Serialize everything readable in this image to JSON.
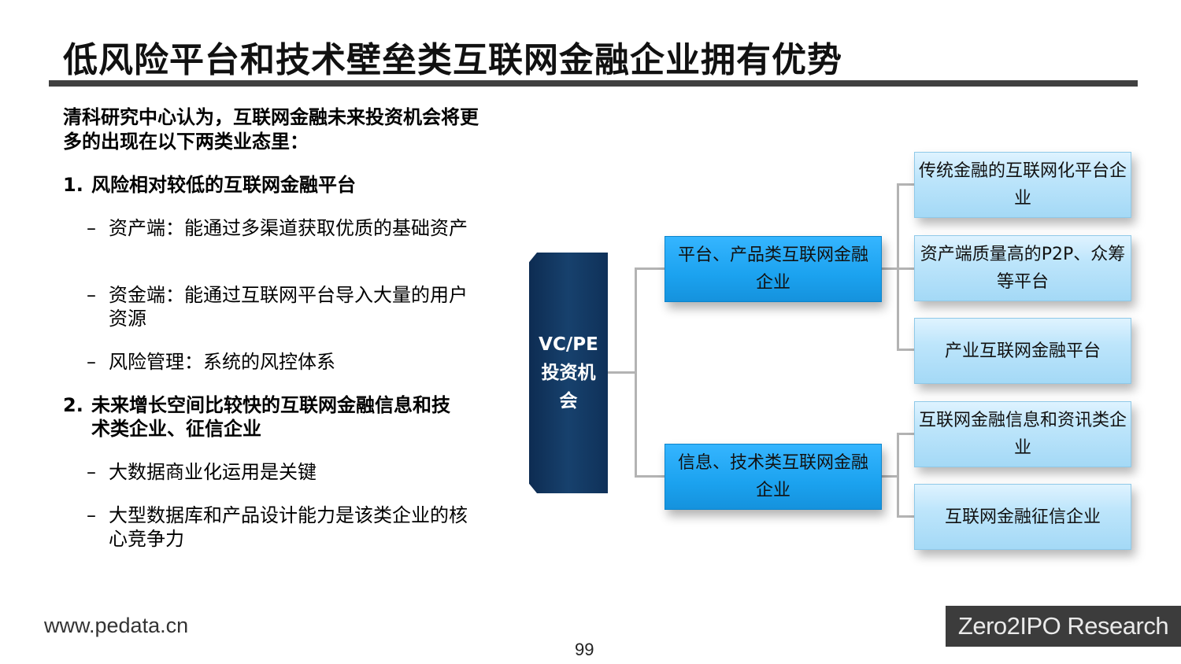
{
  "title": "低风险平台和技术壁垒类互联网金融企业拥有优势",
  "intro": "清科研究中心认为，互联网金融未来投资机会将更多的出现在以下两类业态里：",
  "sections": [
    {
      "number": "1.",
      "heading": "风险相对较低的互联网金融平台",
      "heading_cont": "",
      "items": [
        "资产端：能通过多渠道获取优质的基础资产",
        "资金端：能通过互联网平台导入大量的用户资源",
        "风险管理：系统的风控体系"
      ]
    },
    {
      "number": "2.",
      "heading": "未来增长空间比较快的互联网金融信息和技",
      "heading_cont": "术类企业、征信企业",
      "items": [
        "大数据商业化运用是关键",
        "大型数据库和产品设计能力是该类企业的核心竞争力"
      ]
    }
  ],
  "dash": "–",
  "diagram": {
    "root": "VC/PE投资机会",
    "branches": [
      {
        "label": "平台、产品类互联网金融企业",
        "children": [
          "传统金融的互联网化平台企业",
          "资产端质量高的P2P、众筹等平台",
          "产业互联网金融平台"
        ]
      },
      {
        "label": "信息、技术类互联网金融企业",
        "children": [
          "互联网金融信息和资讯类企业",
          "互联网金融征信企业"
        ]
      }
    ]
  },
  "footer": {
    "url": "www.pedata.cn",
    "page": "99",
    "brand": "Zero2IPO Research"
  },
  "colors": {
    "root_box": "#17416d",
    "mid_box": "#1ba2ef",
    "leaf_box": "#bde5fb",
    "connector": "#b3b3b3",
    "title_bar": "#404040"
  }
}
